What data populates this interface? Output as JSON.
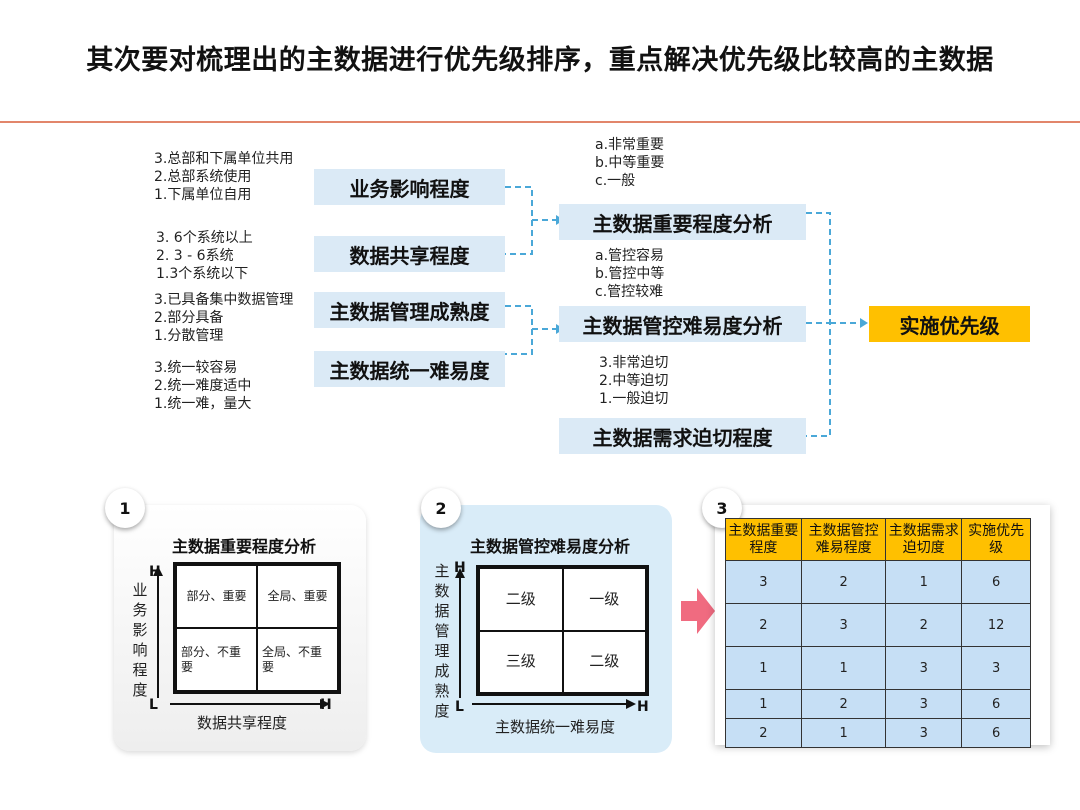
{
  "title": "其次要对梳理出的主数据进行优先级排序，重点解决优先级比较高的主数据",
  "criteria": [
    {
      "label": "业务影响程度",
      "levels": [
        "3.总部和下属单位共用",
        "2.总部系统使用",
        "1.下属单位自用"
      ]
    },
    {
      "label": "数据共享程度",
      "levels": [
        "3. 6个系统以上",
        "2. 3 - 6系统",
        "1.3个系统以下"
      ]
    },
    {
      "label": "主数据管理成熟度",
      "levels": [
        "3.已具备集中数据管理",
        "2.部分具备",
        "1.分散管理"
      ]
    },
    {
      "label": "主数据统一难易度",
      "levels": [
        "3.统一较容易",
        "2.统一难度适中",
        "1.统一难，量大"
      ]
    }
  ],
  "analyses": [
    {
      "label": "主数据重要程度分析",
      "levels": [
        "a.非常重要",
        "b.中等重要",
        "c.一般"
      ]
    },
    {
      "label": "主数据管控难易度分析",
      "levels": [
        "a.管控容易",
        "b.管控中等",
        "c.管控较难"
      ]
    },
    {
      "label": "主数据需求迫切程度",
      "levels": [
        "3.非常迫切",
        "2.中等迫切",
        "1.一般迫切"
      ]
    }
  ],
  "implement": "实施优先级",
  "panel1": {
    "num": "1",
    "title": "主数据重要程度分析",
    "ylabel": [
      "业",
      "务",
      "影",
      "响",
      "程",
      "度"
    ],
    "xlabel": "数据共享程度",
    "h": "H",
    "l": "L",
    "cells": [
      "部分、重要",
      "全局、重要",
      "部分、不重要",
      "全局、不重要"
    ]
  },
  "panel2": {
    "num": "2",
    "title": "主数据管控难易度分析",
    "ylabel": [
      "主",
      "数",
      "据",
      "管",
      "理",
      "成",
      "熟",
      "度"
    ],
    "xlabel": "主数据统一难易度",
    "h": "H",
    "l": "L",
    "cells": [
      "二级",
      "一级",
      "三级",
      "二级"
    ]
  },
  "panel3": {
    "num": "3",
    "headers": [
      "主数据重要程度",
      "主数据管控难易程度",
      "主数据需求迫切度",
      "实施优先级"
    ],
    "rows": [
      [
        "3",
        "2",
        "1",
        "6"
      ],
      [
        "2",
        "3",
        "2",
        "12"
      ],
      [
        "1",
        "1",
        "3",
        "3"
      ],
      [
        "1",
        "2",
        "3",
        "6"
      ],
      [
        "2",
        "1",
        "3",
        "6"
      ]
    ]
  },
  "colors": {
    "accent_blue": "#dbeaf6",
    "connector": "#4aa8d8",
    "highlight": "#ffc000",
    "table_cell": "#c6dff5",
    "arrow": "#f06b80",
    "rule": "#e2866b"
  }
}
